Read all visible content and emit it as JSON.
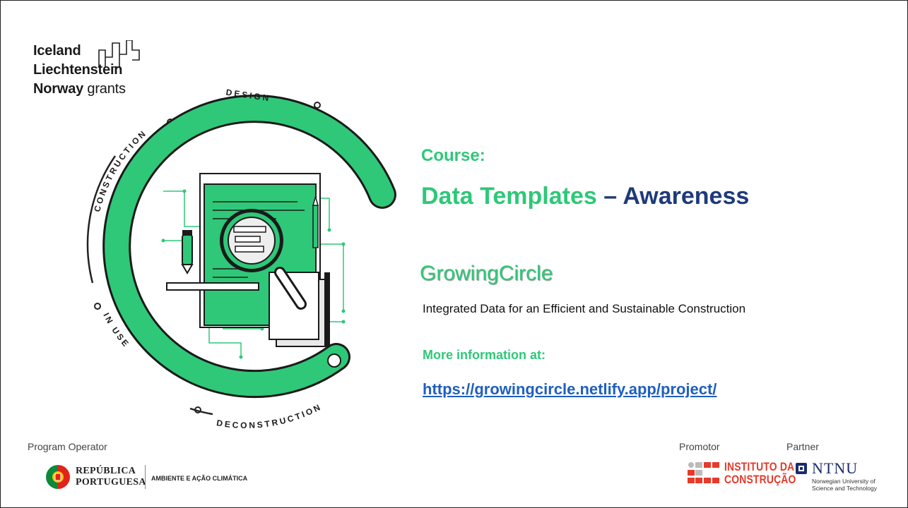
{
  "funder": {
    "line1": "Iceland",
    "line2": "Liechtenstein",
    "line3_bold": "Norway",
    "line3_rest": "grants"
  },
  "illustration": {
    "labels": {
      "design": "DESIGN",
      "construction": "CONSTRUCTION",
      "in_use": "IN USE",
      "deconstruction": "DECONSTRUCTION"
    },
    "accent_color": "#2ec878"
  },
  "course": {
    "label": "Course:",
    "title_part1": "Data Templates",
    "title_part2": "– Awareness"
  },
  "project": {
    "name": "GrowingCircle",
    "subtitle": "Integrated Data for an Efficient and Sustainable Construction",
    "more_info_label": "More information at:",
    "link": "https://growingcircle.netlify.app/project/"
  },
  "footer": {
    "program_operator_label": "Program Operator",
    "republica_line1": "REPÚBLICA",
    "republica_line2": "PORTUGUESA",
    "ministry": "AMBIENTE E AÇÃO CLIMÁTICA",
    "promotor_label": "Promotor",
    "partner_label": "Partner",
    "ic_line1": "INSTITUTO DA",
    "ic_line2": "CONSTRUÇÃO",
    "ntnu_name": "NTNU",
    "ntnu_sub1": "Norwegian University of",
    "ntnu_sub2": "Science and Technology"
  },
  "colors": {
    "green": "#2ec878",
    "navy": "#1f3a7a",
    "link_blue": "#1f5fbf",
    "ic_red": "#e63a2a",
    "ntnu_blue": "#1a2b6d"
  }
}
